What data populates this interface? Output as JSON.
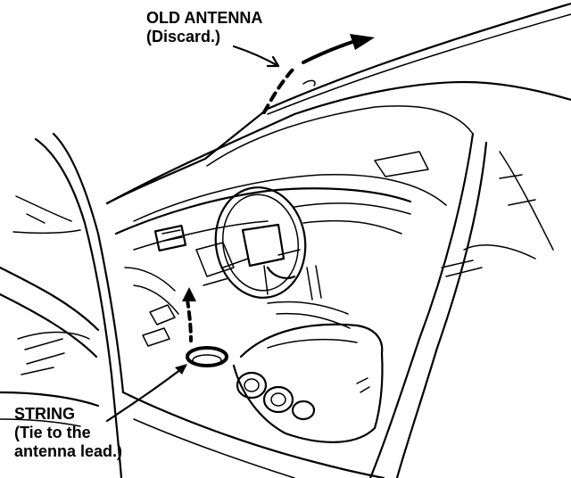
{
  "labels": {
    "old_antenna": {
      "title": "OLD ANTENNA",
      "note": "(Discard.)"
    },
    "string": {
      "title": "STRING",
      "note_line1": "(Tie to the",
      "note_line2": "antenna lead.)"
    }
  },
  "colors": {
    "line": "#000000",
    "background": "#ffffff"
  }
}
